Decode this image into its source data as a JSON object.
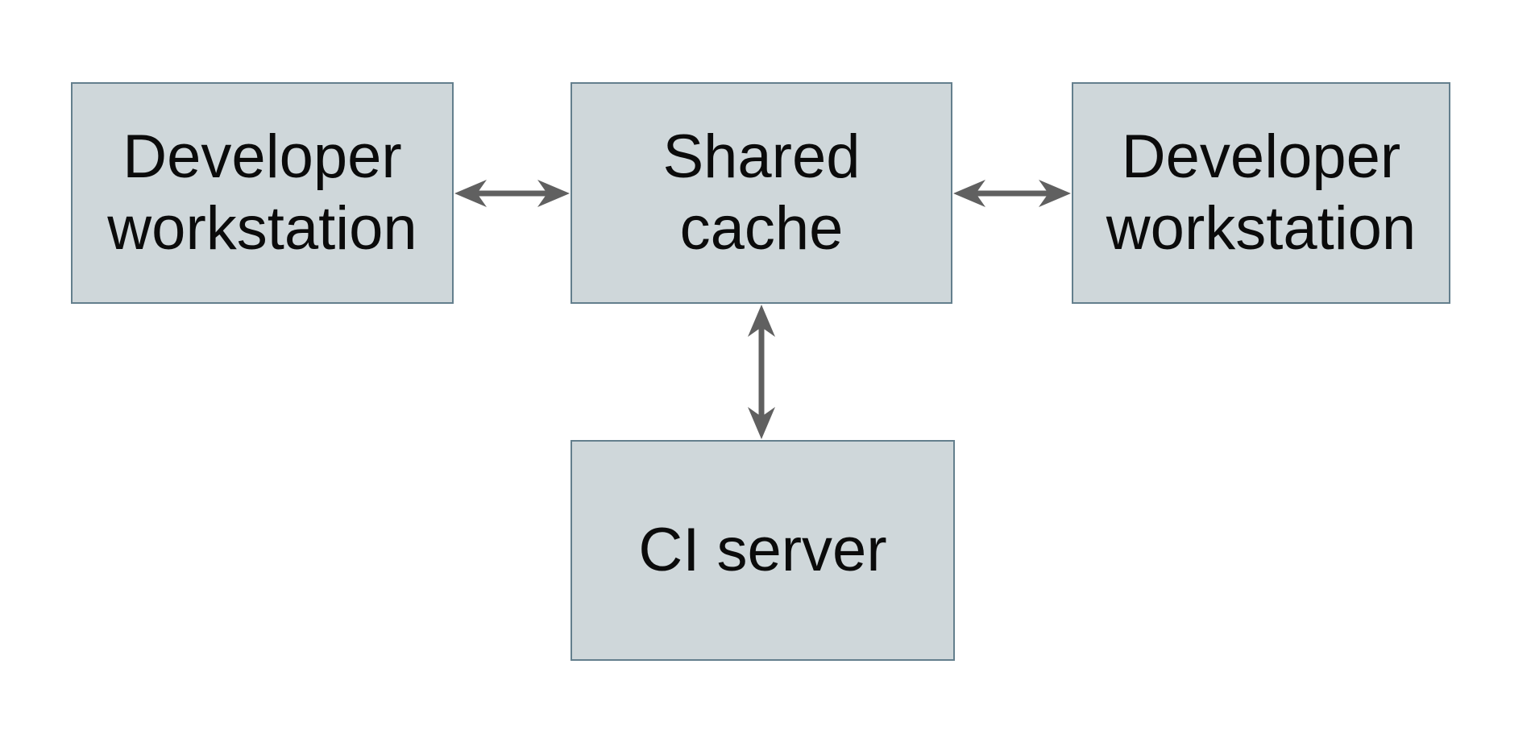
{
  "diagram": {
    "nodes": [
      {
        "id": "dev-workstation-left",
        "label": "Developer\nworkstation"
      },
      {
        "id": "shared-cache",
        "label": "Shared\ncache"
      },
      {
        "id": "dev-workstation-right",
        "label": "Developer\nworkstation"
      },
      {
        "id": "ci-server",
        "label": "CI server"
      }
    ],
    "edges": [
      {
        "from": "dev-workstation-left",
        "to": "shared-cache",
        "bidirectional": true
      },
      {
        "from": "shared-cache",
        "to": "dev-workstation-right",
        "bidirectional": true
      },
      {
        "from": "shared-cache",
        "to": "ci-server",
        "bidirectional": true
      }
    ],
    "colors": {
      "background": "#ffffff",
      "node_fill": "#cfd7da",
      "node_border": "#647f8d",
      "arrow": "#606060",
      "text": "#0b0b0b"
    }
  }
}
